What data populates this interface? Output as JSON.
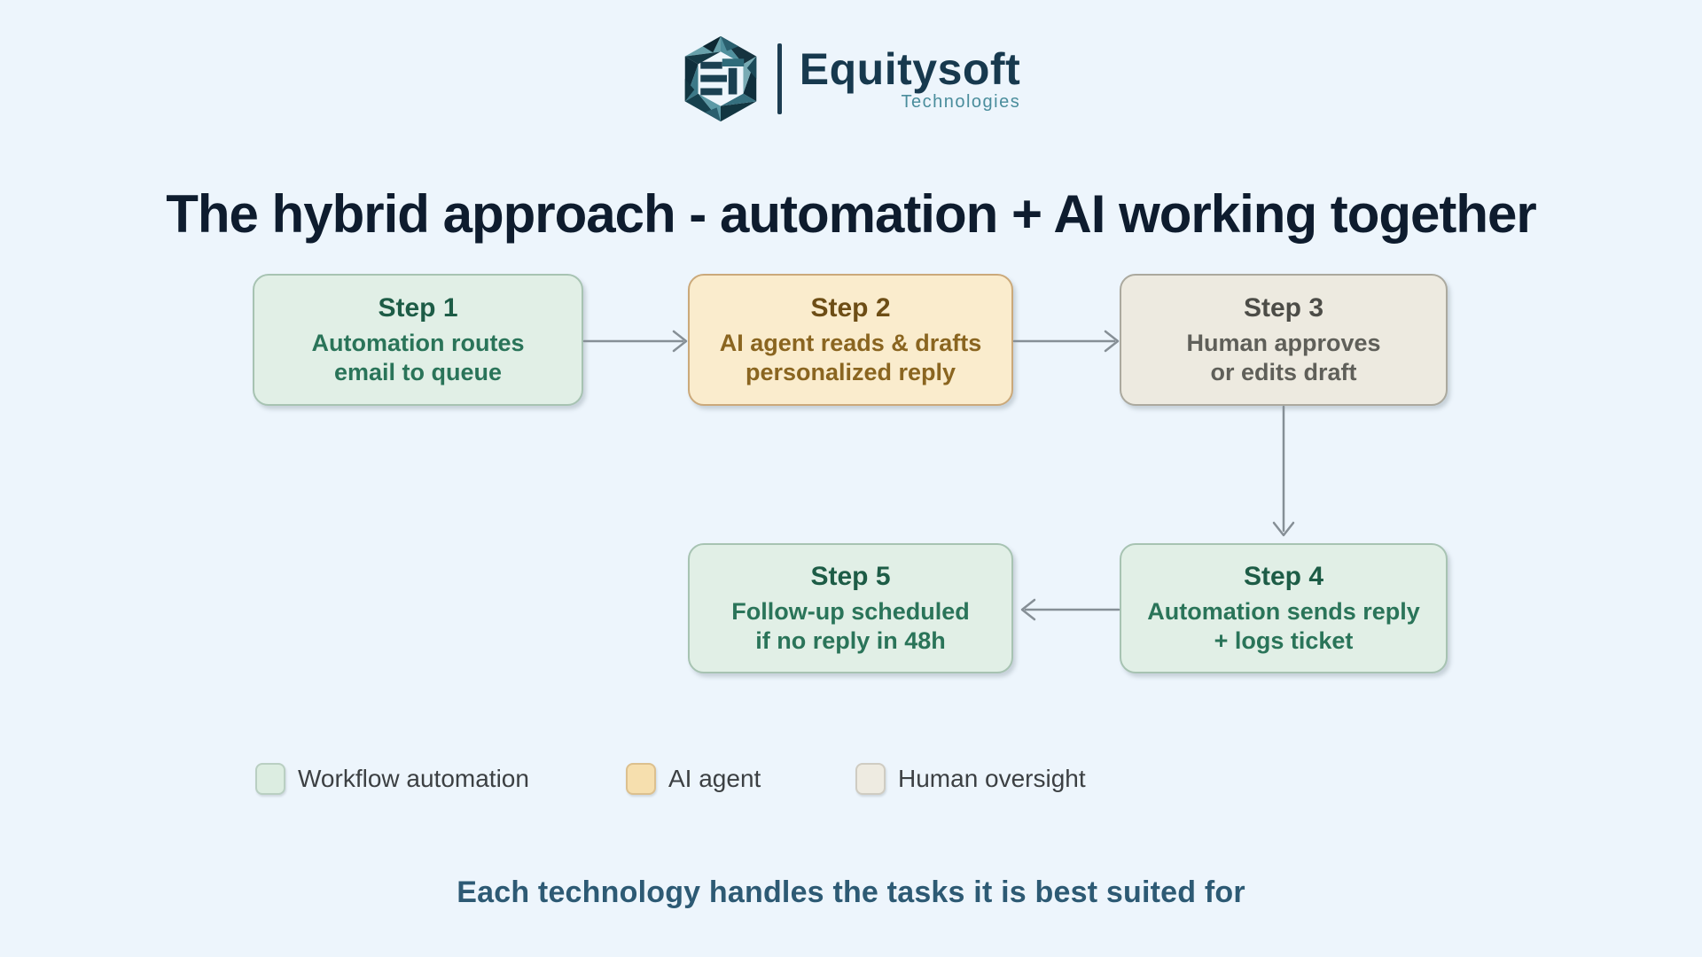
{
  "logo": {
    "brand": "Equitysoft",
    "sub": "Technologies"
  },
  "title": "The hybrid approach - automation + AI working together",
  "steps": [
    {
      "title": "Step 1",
      "line1": "Automation routes",
      "line2": "email to queue",
      "variant": "automation"
    },
    {
      "title": "Step 2",
      "line1": "AI agent reads & drafts",
      "line2": "personalized reply",
      "variant": "ai"
    },
    {
      "title": "Step 3",
      "line1": "Human approves",
      "line2": "or edits draft",
      "variant": "human"
    },
    {
      "title": "Step 4",
      "line1": "Automation sends reply",
      "line2": "+ logs ticket",
      "variant": "automation"
    },
    {
      "title": "Step 5",
      "line1": "Follow-up scheduled",
      "line2": "if no reply in 48h",
      "variant": "automation"
    }
  ],
  "flow": [
    "step1 -> step2",
    "step2 -> step3",
    "step3 -> step4",
    "step4 -> step5"
  ],
  "legend": {
    "items": [
      {
        "label": "Workflow automation",
        "swatch": "#dcede1"
      },
      {
        "label": "AI agent",
        "swatch": "#f6dfae"
      },
      {
        "label": "Human oversight",
        "swatch": "#eeebe1"
      }
    ]
  },
  "caption": "Each technology handles the tasks it is best suited for",
  "colors": {
    "background": "#edf5fc",
    "title_text": "#0e1c2e",
    "caption_text": "#2d5a74",
    "arrow": "#868f96",
    "automation_fill": "#e1efe6",
    "automation_border": "#a7c3b2",
    "automation_text": "#2a7459",
    "ai_fill": "#faeccd",
    "ai_border": "#cba97a",
    "ai_text": "#8a6520",
    "human_fill": "#edeae0",
    "human_border": "#aba99e",
    "human_text": "#5f5f59",
    "logo_navy": "#17394e",
    "logo_teal": "#4a8d9c"
  }
}
